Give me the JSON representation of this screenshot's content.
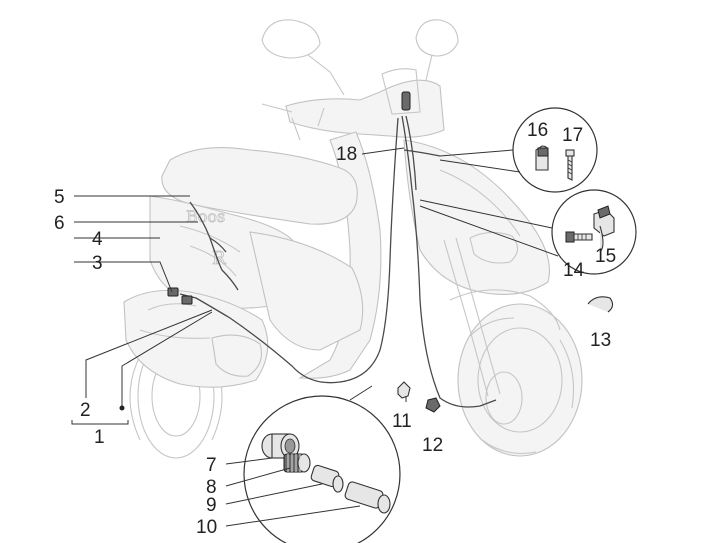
{
  "callouts": {
    "c1": "1",
    "c2": "2",
    "c3": "3",
    "c4": "4",
    "c5": "5",
    "c6": "6",
    "c7": "7",
    "c8": "8",
    "c9": "9",
    "c10": "10",
    "c11": "11",
    "c12": "12",
    "c13": "13",
    "c14": "14",
    "c15": "15",
    "c16": "16",
    "c17": "17",
    "c18": "18"
  },
  "colors": {
    "line": "#333333",
    "ghost": "#c6c6c6",
    "background": "#ffffff"
  }
}
